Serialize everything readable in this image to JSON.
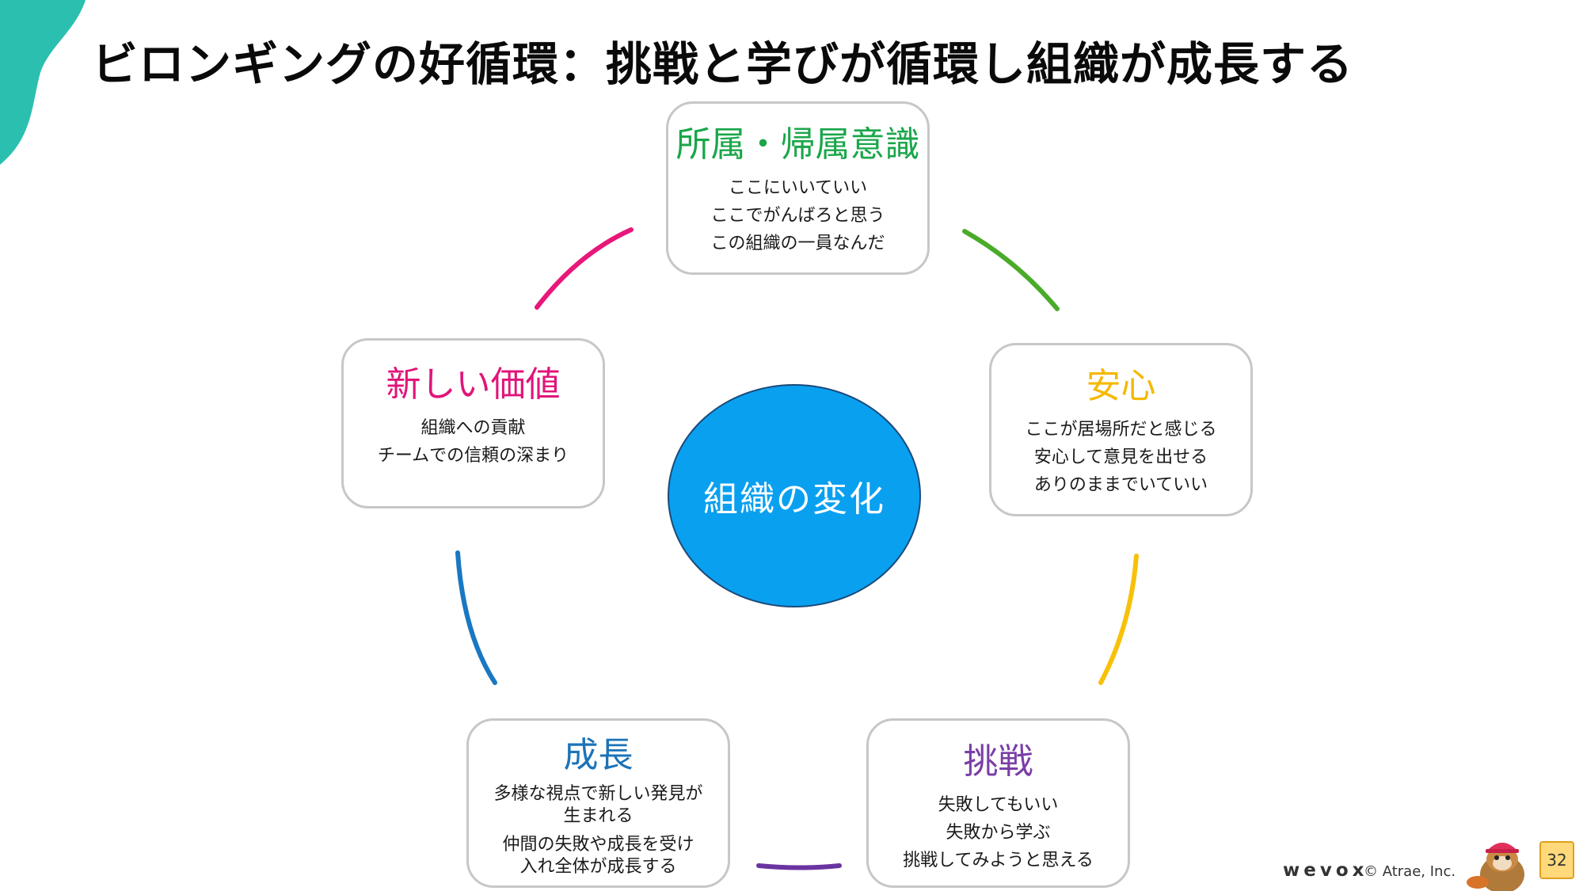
{
  "title": "ビロンギングの好循環：挑戦と学びが循環し組織が成長する",
  "center": {
    "label": "組織の変化"
  },
  "nodes": {
    "belonging": {
      "title": "所属・帰属意識",
      "lines": [
        "ここにいいていい",
        "ここでがんばろと思う",
        "この組織の一員なんだ"
      ]
    },
    "safety": {
      "title": "安心",
      "lines": [
        "ここが居場所だと感じる",
        "安心して意見を出せる",
        "ありのままでいていい"
      ]
    },
    "challenge": {
      "title": "挑戦",
      "lines": [
        "失敗してもいい",
        "失敗から学ぶ",
        "挑戦してみようと思える"
      ]
    },
    "growth": {
      "title": "成長",
      "lines": [
        "多様な視点で新しい発見が",
        "生まれる",
        "仲間の失敗や成長を受け",
        "入れ全体が成長する"
      ]
    },
    "new_value": {
      "title": "新しい価値",
      "lines": [
        "組織への貢献",
        "チームでの信頼の深まり"
      ]
    }
  },
  "colors": {
    "belonging": "#1aa64a",
    "belonging_arc": "#4aab2a",
    "safety": "#f5b800",
    "safety_arc": "#f7c10a",
    "challenge": "#7a3fa6",
    "challenge_arc": "#6a34a0",
    "growth": "#1b73b8",
    "growth_arc": "#1a78c2",
    "new_value": "#e0157a",
    "new_value_arc": "#e8177a",
    "center_fill": "#0aa0f0",
    "corner_teal": "#2bbfb0"
  },
  "footer": {
    "logo": "wevox",
    "copyright": "© Atrae, Inc.",
    "page_number": "32"
  }
}
